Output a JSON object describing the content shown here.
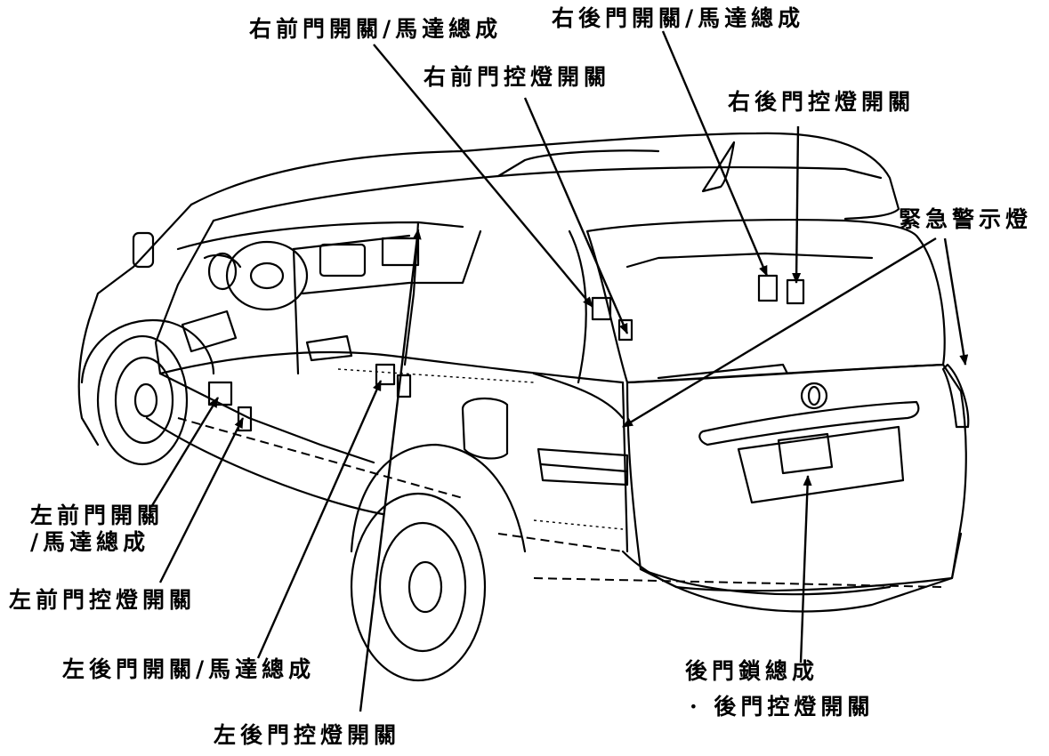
{
  "labels": {
    "rf_switch_motor": "右前門開關/馬達總成",
    "rr_switch_motor": "右後門開關/馬達總成",
    "rf_courtesy": "右前門控燈開關",
    "rr_courtesy": "右後門控燈開關",
    "hazard": "緊急警示燈",
    "lf_switch_motor_1": "左前門開關",
    "lf_switch_motor_2": "/馬達總成",
    "lf_courtesy": "左前門控燈開關",
    "lr_switch_motor": "左後門開關/馬達總成",
    "lr_courtesy": "左後門控燈開關",
    "back_lock_1": "後門鎖總成",
    "back_lock_2": "· 後門控燈開關"
  }
}
